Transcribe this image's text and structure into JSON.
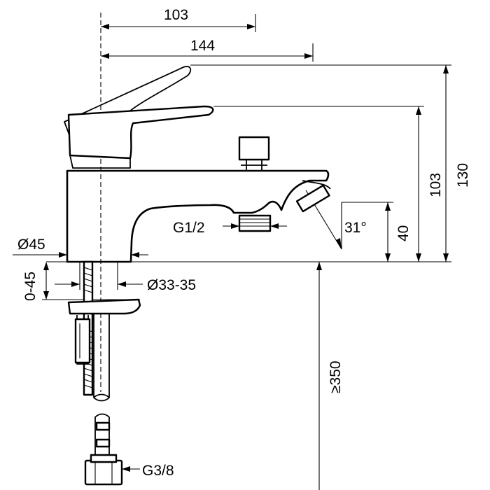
{
  "diagram": {
    "dimensions": {
      "reach_to_spout_outlet": "103",
      "overall_reach": "144",
      "lever_height": "103",
      "overall_height": "130",
      "spout_outlet_height": "40",
      "spout_angle": "31°",
      "body_diameter": "Ø45",
      "hole_diameter": "Ø33-35",
      "deck_thickness": "0-45",
      "hose_length": "≥350"
    },
    "connections": {
      "shower_outlet": "G1/2",
      "supply_hose": "G3/8"
    }
  }
}
